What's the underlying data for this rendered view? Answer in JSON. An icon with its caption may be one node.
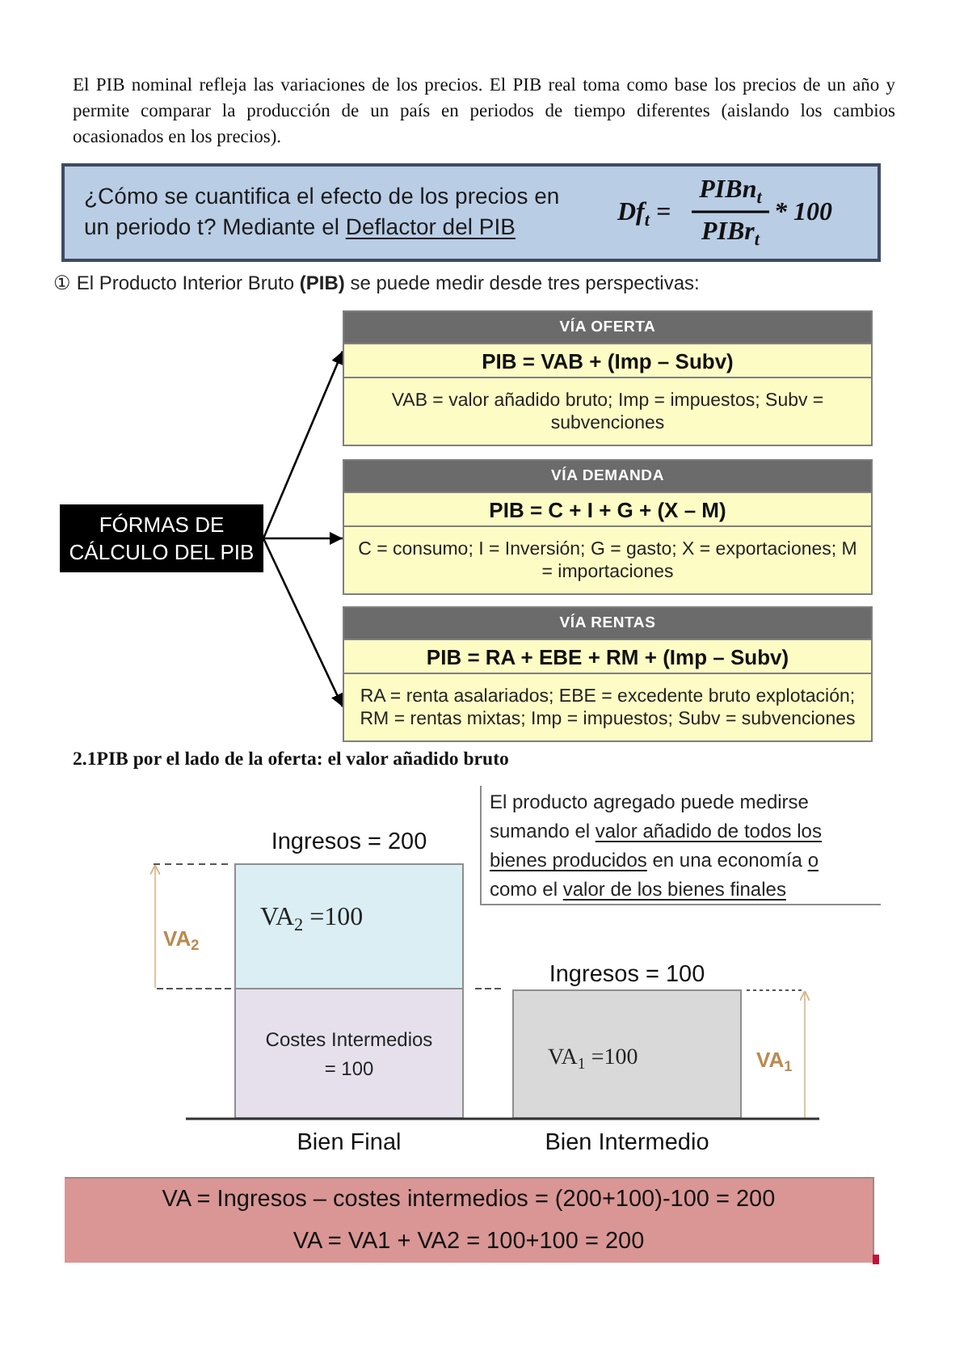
{
  "diagram": {
    "nodes": [
      {
        "text": [
          "¿Cómo se cuantifica el efecto de los precios en un periodo t? Mediante el",
          "Deflactor del PIB"
        ]
      },
      {
        "text": [
          "FÓRMAS DE CÁLCULO DEL PIB"
        ]
      },
      {
        "text": [
          "VÍA OFERTA"
        ]
      },
      {
        "text": [
          "PIB = VAB + (Imp – Subv)"
        ],
        "in": 2
      },
      {
        "text": [
          "VAB = valor añadido bruto; Imp = impuestos; Subv = subvenciones"
        ],
        "in": 2
      },
      {
        "text": [
          "VÍA DEMANDA"
        ]
      },
      {
        "text": [
          "PIB = C + I + G + (X – M)"
        ],
        "in": 5
      },
      {
        "text": [
          "C = consumo; I = Inversión; G = gasto; X = exportaciones; M = importaciones"
        ],
        "in": 5
      },
      {
        "text": [
          "VÍA RENTAS"
        ]
      },
      {
        "text": [
          "PIB = RA + EBE + RM + (Imp – Subv)"
        ],
        "in": 8
      },
      {
        "text": [
          "RA = renta asalariados; EBE = excedente bruto explotación; RM = rentas mixtas; Imp = impuestos; Subv = subvenciones"
        ],
        "in": 8
      },
      {
        "text": [
          "El producto agregado puede medirse sumando el",
          "valor añadido de todos los bienes producidos",
          "en una economía",
          "o",
          "como el",
          "valor de los bienes finales"
        ]
      },
      {
        "text": [
          "VA$_{2}$ =100"
        ]
      },
      {
        "text": [
          "Costes Intermedios = 100"
        ]
      },
      {
        "text": [
          "VA$_{1}$ =100"
        ]
      },
      {
        "text": [
          "VA = Ingresos – costes intermedios = (200+100)-100 = 200",
          "VA = VA1 + VA2 = 100+100 = 200"
        ]
      }
    ],
    "edges": [
      {
        "from": 1,
        "to": 2,
        "arrow": "to"
      },
      {
        "from": 1,
        "to": 5,
        "arrow": "to"
      },
      {
        "from": 1,
        "to": 8,
        "arrow": "to"
      }
    ],
    "labels": [
      "El PIB nominal refleja las variaciones de los precios. El PIB real toma como base los precios de un año y permite comparar la producción de un país en periodos de tiempo diferentes (aislando los cambios ocasionados en los precios).",
      "Df$_{t}$ =",
      "PIBn$_{t}$",
      "PIBr$_{t}$",
      "* 100",
      "① El Producto Interior Bruto **(PIB)** se puede medir desde tres perspectivas:",
      "2.1PIB por el lado de la oferta: el valor añadido bruto",
      "Ingresos = 200",
      "VA$_{2}$",
      "Ingresos = 100",
      "VA$_{1}$",
      "Bien Final",
      "Bien Intermedio"
    ]
  }
}
